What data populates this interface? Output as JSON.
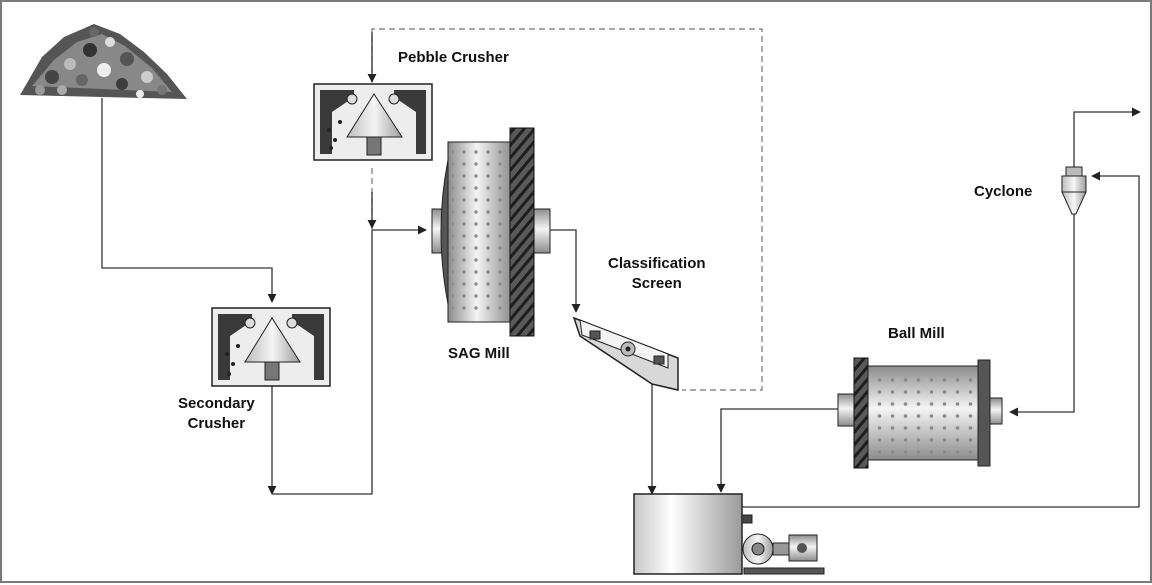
{
  "labels": {
    "pebble_crusher": "Pebble Crusher",
    "sag_mill": "SAG Mill",
    "classification_screen_line1": "Classification",
    "classification_screen_line2": "Screen",
    "secondary_crusher_line1": "Secondary",
    "secondary_crusher_line2": "Crusher",
    "ball_mill": "Ball Mill",
    "cyclone": "Cyclone"
  },
  "colors": {
    "line": "#333333",
    "dashed_line": "#8a8a8a",
    "equipment_dark": "#3a3a3a",
    "equipment_light": "#f2f2f2",
    "border": "#7a7a7a"
  }
}
